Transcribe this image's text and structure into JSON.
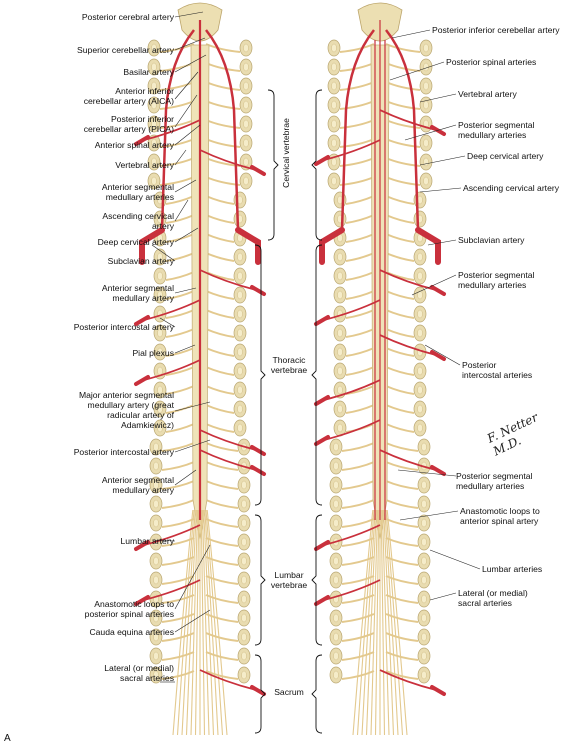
{
  "figure": {
    "panel_letter": "A",
    "signature": "F. Netter M.D."
  },
  "colors": {
    "artery": "#c9303c",
    "bone": "#e9dcb0",
    "nerve": "#e3c98e",
    "cord": "#efe3b8"
  },
  "left_labels": [
    "Posterior cerebral artery",
    "Superior cerebellar artery",
    "Basilar artery",
    "Anterior inferior\ncerebellar artery (AICA)",
    "Posterior inferior\ncerebellar artery (PICA)",
    "Anterior spinal artery",
    "Vertebral artery",
    "Anterior segmental\nmedullary arteries",
    "Ascending cervical\nartery",
    "Deep cervical artery",
    "Subclavian artery",
    "Anterior segmental\nmedullary artery",
    "Posterior intercostal artery",
    "Pial plexus",
    "Major anterior segmental\nmedullary artery (great\nradicular artery of\nAdamkiewicz)",
    "Posterior intercostal artery",
    "Anterior segmental\nmedullary artery",
    "Lumbar artery",
    "Anastomotic loops to\nposterior spinal arteries",
    "Cauda equina arteries",
    "Lateral (or medial)\nsacral arteries"
  ],
  "right_labels": [
    "Posterior inferior cerebellar artery",
    "Posterior spinal arteries",
    "Vertebral artery",
    "Posterior segmental\nmedullary arteries",
    "Deep cervical artery",
    "Ascending cervical artery",
    "Subclavian artery",
    "Posterior segmental\nmedullary arteries",
    "Posterior\nintercostal arteries",
    "Posterior segmental\nmedullary arteries",
    "Anastomotic loops to\nanterior spinal artery",
    "Lumbar arteries",
    "Lateral (or medial)\nsacral arteries"
  ],
  "regions": [
    "Cervical vertebrae",
    "Thoracic\nvertebrae",
    "Lumbar\nvertebrae",
    "Sacrum"
  ]
}
